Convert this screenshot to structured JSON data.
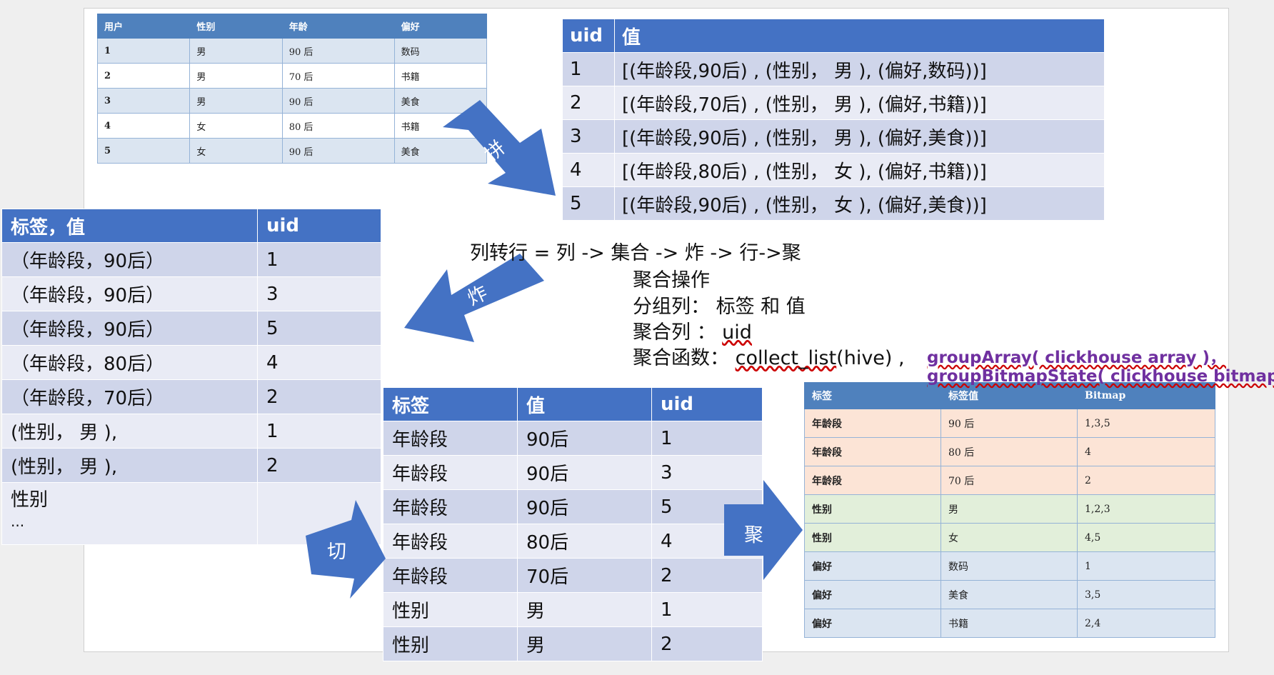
{
  "source_table": {
    "headers": [
      "用户",
      "性别",
      "年龄",
      "偏好"
    ],
    "rows": [
      [
        "1",
        "男",
        "90 后",
        "数码"
      ],
      [
        "2",
        "男",
        "70 后",
        "书籍"
      ],
      [
        "3",
        "男",
        "90 后",
        "美食"
      ],
      [
        "4",
        "女",
        "80 后",
        "书籍"
      ],
      [
        "5",
        "女",
        "90 后",
        "美食"
      ]
    ]
  },
  "uid_value_table": {
    "headers": [
      "uid",
      "值"
    ],
    "rows": [
      [
        "1",
        "[(年龄段,90后) , (性别，  男 ), (偏好,数码))]"
      ],
      [
        "2",
        "[(年龄段,70后) , (性别，  男 ), (偏好,书籍))]"
      ],
      [
        "3",
        "[(年龄段,90后) , (性别，  男 ), (偏好,美食))]"
      ],
      [
        "4",
        "[(年龄段,80后) , (性别，  女 ), (偏好,书籍))]"
      ],
      [
        "5",
        "[(年龄段,90后) , (性别，  女 ), (偏好,美食))]"
      ]
    ]
  },
  "tag_value_table": {
    "headers": [
      "标签，值",
      "uid"
    ],
    "rows": [
      [
        "（年龄段，90后）",
        "1"
      ],
      [
        "（年龄段，90后）",
        "3"
      ],
      [
        "（年龄段，90后）",
        "5"
      ],
      [
        "（年龄段，80后）",
        "4"
      ],
      [
        "（年龄段，70后）",
        "2"
      ],
      [
        "(性别，  男 ),",
        "1"
      ],
      [
        "(性别，  男 ),",
        "2"
      ]
    ],
    "last_row": {
      "line1": "性别",
      "line2": "..."
    }
  },
  "split_table": {
    "headers": [
      "标签",
      "值",
      "uid"
    ],
    "rows": [
      [
        "年龄段",
        "90后",
        "1"
      ],
      [
        "年龄段",
        "90后",
        "3"
      ],
      [
        "年龄段",
        "90后",
        "5"
      ],
      [
        "年龄段",
        "80后",
        "4"
      ],
      [
        "年龄段",
        "70后",
        "2"
      ],
      [
        "性别",
        "男",
        "1"
      ],
      [
        "性别",
        "男",
        "2"
      ]
    ]
  },
  "bitmap_table": {
    "headers": [
      "标签",
      "标签值",
      "Bitmap"
    ],
    "rows": [
      {
        "tag": "年龄段",
        "value": "90 后",
        "bitmap": "1,3,5",
        "group": "age"
      },
      {
        "tag": "年龄段",
        "value": "80 后",
        "bitmap": "4",
        "group": "age"
      },
      {
        "tag": "年龄段",
        "value": "70 后",
        "bitmap": "2",
        "group": "age"
      },
      {
        "tag": "性别",
        "value": "男",
        "bitmap": "1,2,3",
        "group": "sex"
      },
      {
        "tag": "性别",
        "value": "女",
        "bitmap": "4,5",
        "group": "sex"
      },
      {
        "tag": "偏好",
        "value": "数码",
        "bitmap": "1",
        "group": "pref"
      },
      {
        "tag": "偏好",
        "value": "美食",
        "bitmap": "3,5",
        "group": "pref"
      },
      {
        "tag": "偏好",
        "value": "书籍",
        "bitmap": "2,4",
        "group": "pref"
      }
    ]
  },
  "arrows": {
    "pin": "拼",
    "zha": "炸",
    "qie": "切",
    "ju": "聚"
  },
  "notes": {
    "line1": "列转行 =  列 -> 集合 ->  炸 -> 行->聚",
    "line2": "聚合操作",
    "line3": "分组列：  标签 和 值",
    "line4_prefix": "聚合列  ：  ",
    "line4_value": "uid",
    "line5_prefix": "聚合函数：  ",
    "line5_value": "collect_list",
    "line5_suffix": "(hive) ,",
    "purple1": "groupArray( clickhouse array )，",
    "purple2": "groupBitmapState( clickhouse bitmap)"
  },
  "colors": {
    "table_header": "#4472c4",
    "row_dark": "#cfd5ea",
    "row_light": "#e9ebf5",
    "arrow_fill": "#4472c4",
    "purple_text": "#7030a0"
  }
}
